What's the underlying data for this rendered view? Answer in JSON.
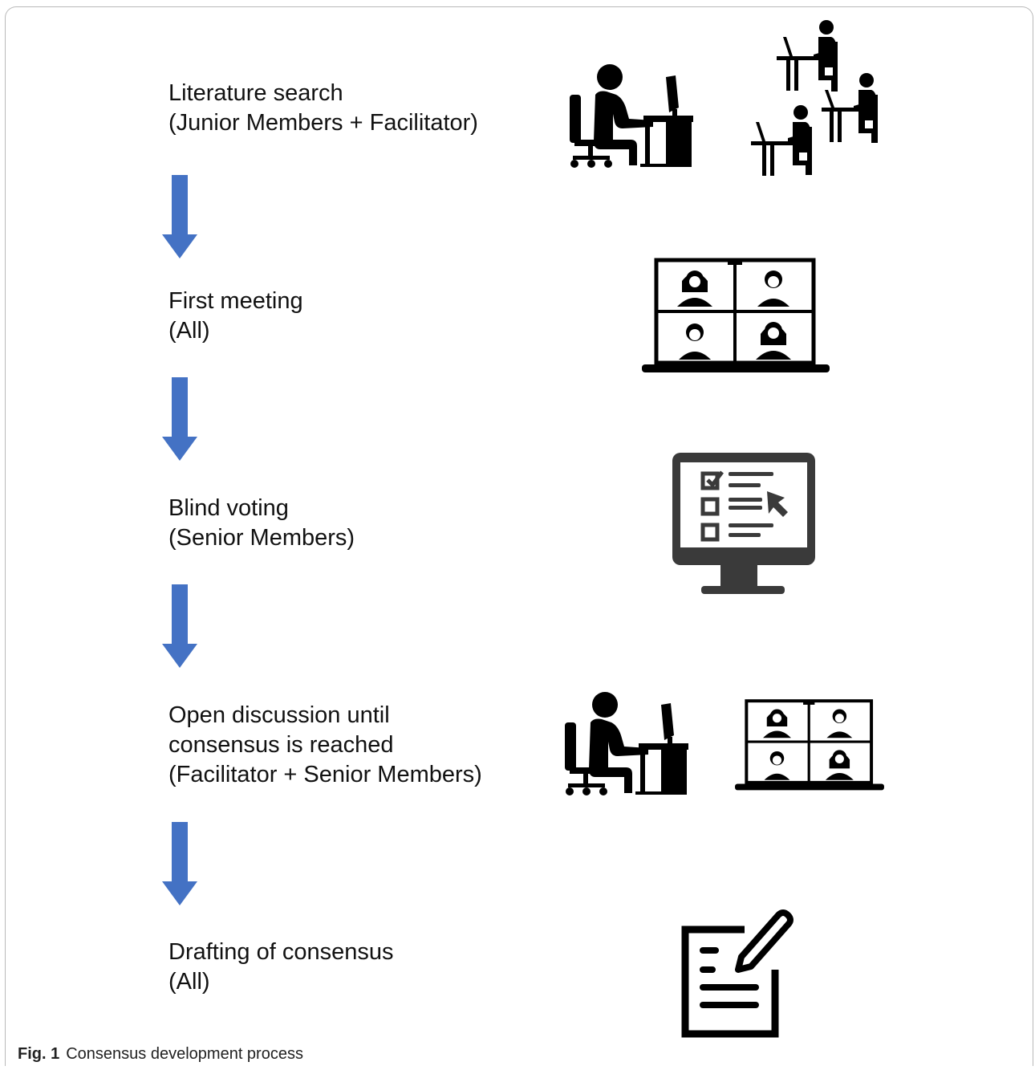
{
  "steps": [
    {
      "line1": "Literature search",
      "line2": "(Junior Members + Facilitator)"
    },
    {
      "line1": "First meeting",
      "line2": "(All)"
    },
    {
      "line1": "Blind voting",
      "line2": "(Senior Members)"
    },
    {
      "line1": "Open discussion until",
      "line2": "consensus is reached",
      "line3": "(Facilitator + Senior Members)"
    },
    {
      "line1": "Drafting of consensus",
      "line2": "(All)"
    }
  ],
  "caption": {
    "label": "Fig. 1",
    "text": "Consensus development process"
  },
  "colors": {
    "arrow": "#4472c4",
    "icon": "#000000",
    "monitor": "#3a3a3a"
  },
  "icons": [
    "person-at-desk-icon",
    "group-at-desks-icon",
    "video-conference-laptop-icon",
    "online-voting-monitor-icon",
    "person-at-desk-icon",
    "video-conference-laptop-icon",
    "document-edit-icon"
  ]
}
